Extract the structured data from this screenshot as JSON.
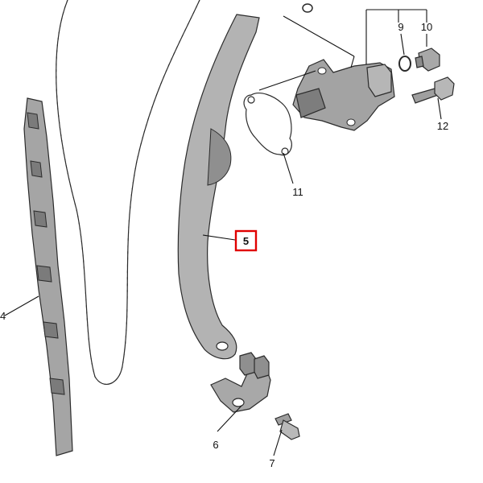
{
  "colors": {
    "part_fill_light": "#b9b9b9",
    "part_fill_mid": "#9a9a9a",
    "part_fill_dark": "#6c6c6c",
    "outline": "#2b2b2b",
    "highlight_box": "#e00000",
    "text": "#111111"
  },
  "callouts": {
    "c4": "4",
    "c5": "5",
    "c6": "6",
    "c7": "7",
    "c9": "9",
    "c10": "10",
    "c11": "11",
    "c12": "12"
  },
  "highlighted_callout": "5"
}
